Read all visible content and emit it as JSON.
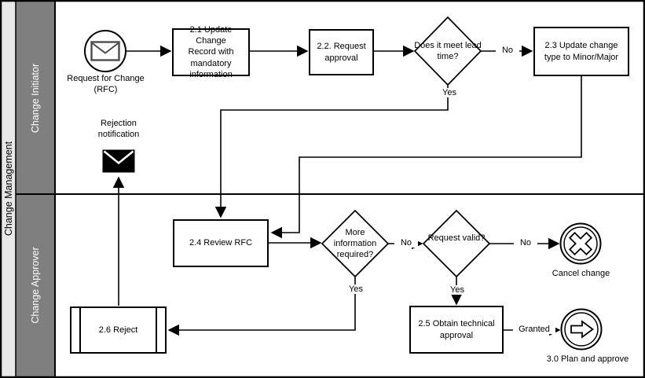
{
  "pool": {
    "label": "Change Management"
  },
  "lanes": [
    {
      "label": "Change Initiator"
    },
    {
      "label": "Change Approver"
    }
  ],
  "nodes": {
    "start_event": {
      "label": "Request for Change (RFC)",
      "icon": "envelope-icon"
    },
    "task_2_1": {
      "label": "2.1 Update Change Record with mandatory information"
    },
    "task_2_2": {
      "label": "2.2. Request approval"
    },
    "gateway_lead_time": {
      "label": "Does it meet lead time?"
    },
    "task_2_3": {
      "label": "2.3 Update change type to Minor/Major"
    },
    "rejection_notification": {
      "label": "Rejection notification",
      "icon": "envelope-icon"
    },
    "task_2_4": {
      "label": "2.4 Review RFC"
    },
    "gateway_more_info": {
      "label": "More information required?"
    },
    "gateway_request_valid": {
      "label": "Request valid?"
    },
    "cancel_event": {
      "label": "Cancel change",
      "icon": "x-cross-icon"
    },
    "task_2_5": {
      "label": "2.5 Obtain technical approval"
    },
    "task_2_6": {
      "label": "2.6 Reject"
    },
    "end_event": {
      "label": "3.0 Plan and approve",
      "icon": "arrow-right-icon"
    }
  },
  "edge_labels": {
    "lead_time_no": "No",
    "lead_time_yes": "Yes",
    "more_info_no": "No",
    "more_info_yes": "Yes",
    "request_valid_no": "No",
    "request_valid_yes": "Yes",
    "granted": "Granted"
  },
  "colors": {
    "line": "#000000",
    "lane_header_bg": "#7f7f7f",
    "lane_header_text": "#ffffff",
    "pool_band_bg": "#e8e8e8",
    "shape_fill": "#ffffff",
    "rejection_envelope_fill": "#000000"
  }
}
